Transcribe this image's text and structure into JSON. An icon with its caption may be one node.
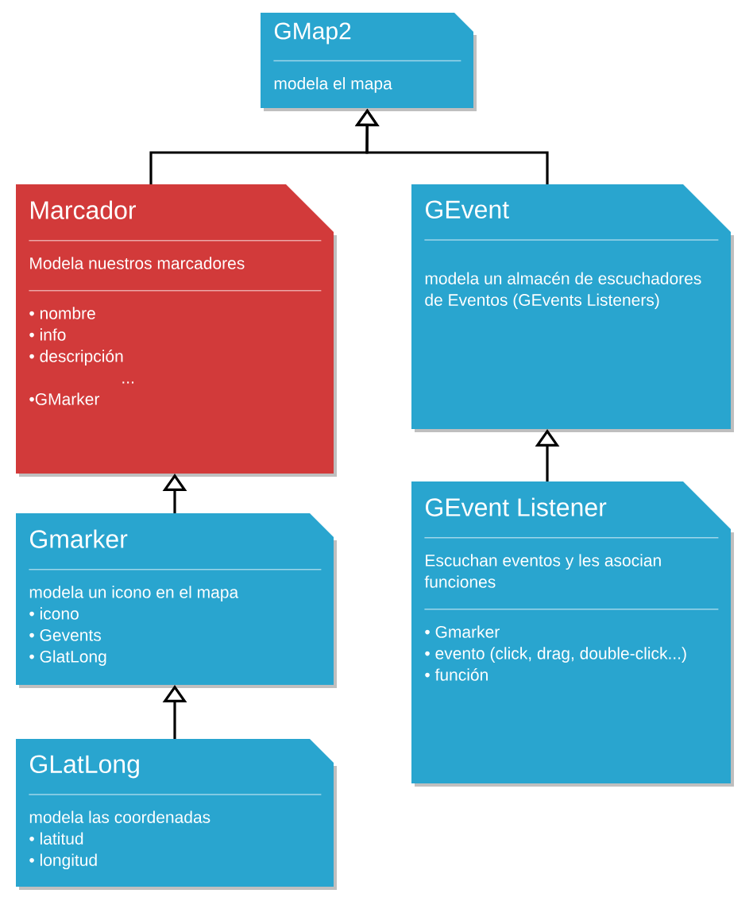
{
  "diagram": {
    "nodes": [
      {
        "text": [
          "GMap2",
          "modela el mapa"
        ]
      },
      {
        "text": [
          "Marcador",
          "Modela nuestros marcadores",
          "• nombre",
          "• info",
          "• descripción",
          "...",
          "•GMarker"
        ]
      },
      {
        "text": [
          "GEvent",
          "modela un almacén de escuchadores de Eventos (GEvents Listeners)"
        ]
      },
      {
        "text": [
          "Gmarker",
          "modela un icono en el mapa",
          "• icono",
          "• Gevents",
          "• GlatLong"
        ]
      },
      {
        "text": [
          "GEvent Listener",
          "Escuchan eventos y les asocian funciones",
          "• Gmarker",
          "• evento (click, drag, double-click...)",
          "• función"
        ]
      },
      {
        "text": [
          "GLatLong",
          "modela las coordenadas",
          "• latitud",
          "• longitud"
        ]
      }
    ],
    "edges": [
      {
        "from": 1,
        "to": 0,
        "arrow": "to"
      },
      {
        "from": 2,
        "to": 0,
        "arrow": "to"
      },
      {
        "from": 3,
        "to": 1,
        "arrow": "to"
      },
      {
        "from": 4,
        "to": 2,
        "arrow": "to"
      },
      {
        "from": 5,
        "to": 3,
        "arrow": "to"
      }
    ]
  }
}
